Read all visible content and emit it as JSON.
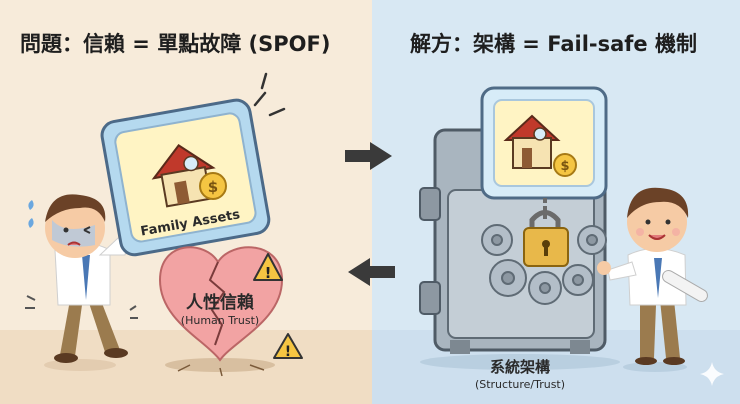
{
  "left_panel": {
    "title": "問題：信賴 = 單點故障 (SPOF)",
    "card_label": "Family Assets",
    "heart_label": "人性信賴",
    "heart_sublabel": "(Human Trust)"
  },
  "right_panel": {
    "title": "解方：架構 = Fail-safe 機制",
    "safe_label": "系統架構",
    "safe_sublabel": "(Structure/Trust)"
  },
  "colors": {
    "left_bg": "#f7ebda",
    "right_bg": "#d8e8f3",
    "heart": "#f2a3a3",
    "lock": "#e8b84a",
    "warning": "#f5c542"
  },
  "icons": [
    "house-icon",
    "coin-icon",
    "warning-icon",
    "padlock-icon",
    "gear-icon",
    "arrow-right-icon",
    "arrow-left-icon",
    "sparkle-icon"
  ]
}
